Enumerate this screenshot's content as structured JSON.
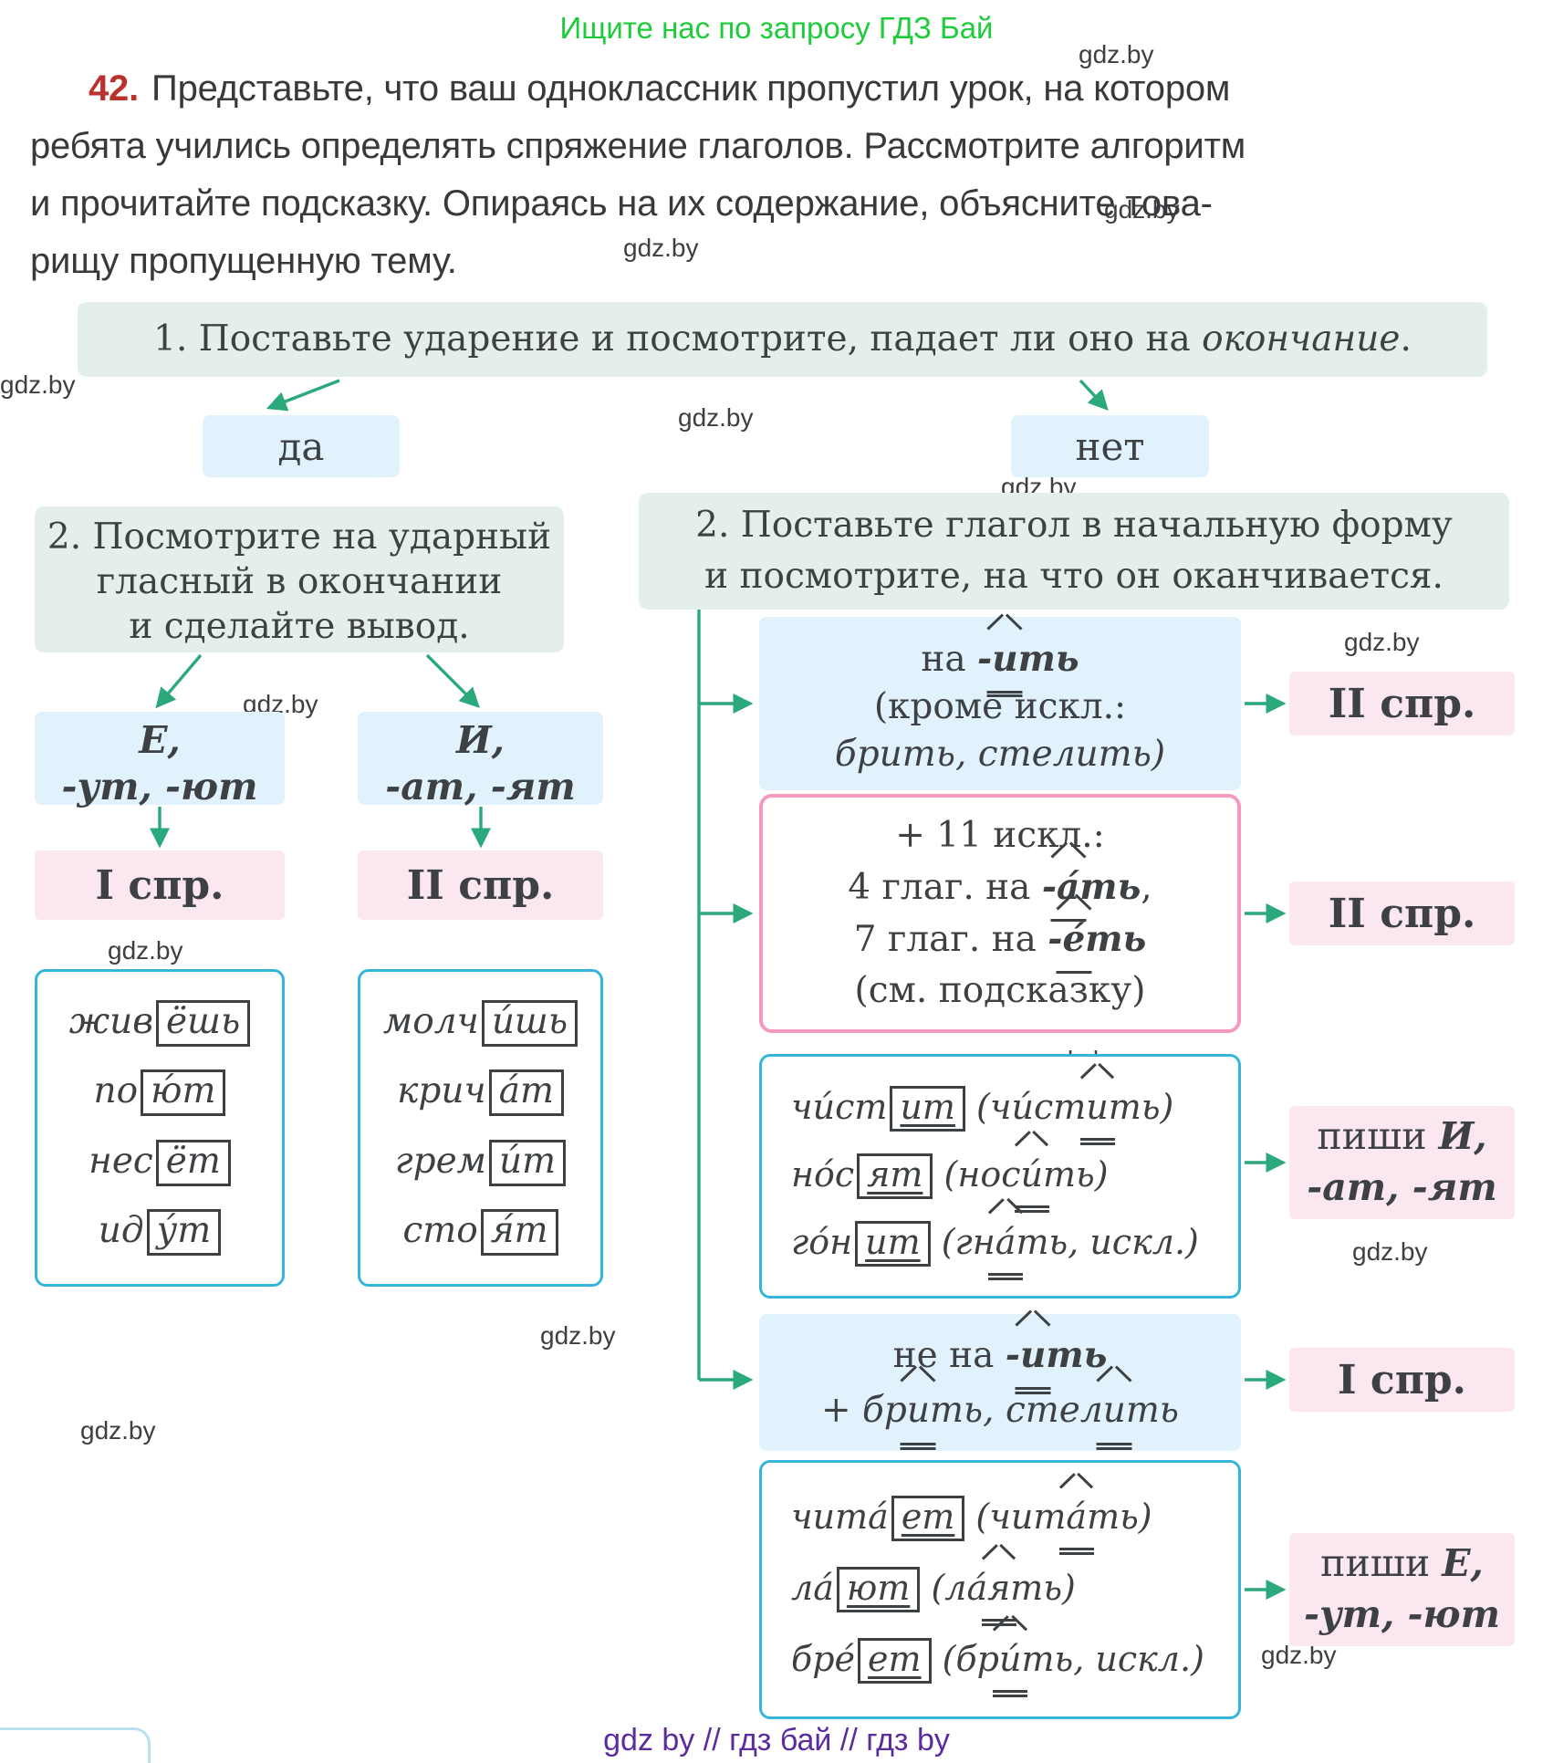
{
  "header": {
    "promo": "Ищите нас по запросу ГДЗ Бай"
  },
  "watermark": "gdz.by",
  "footer": {
    "text": "gdz by  //  гдз бай  //  гдз by"
  },
  "exercise": {
    "number": "42.",
    "lines": [
      "Представьте, что ваш одноклассник пропустил урок, на котором",
      "ребята учились определять спряжение глаголов. Рассмотрите алгоритм",
      "и прочитайте подсказку. Опираясь на их содержание, объясните това-",
      "рищу пропущенную тему."
    ]
  },
  "colors": {
    "step_box": "#e4efe9",
    "option_box": "#e2f2fc",
    "result_box": "#fbe7f0",
    "pink_border": "#f49ac0",
    "cyan_border": "#35b5d9",
    "arrow": "#2ba97b",
    "exercise_number": "#b9322d",
    "promo_green": "#1ecb3a",
    "footer_purple": "#5c2b9e"
  },
  "flowchart": {
    "step1": {
      "prefix": "1. Поставьте ударение и посмотрите, падает ли оно на ",
      "italic": "окончание",
      "suffix": "."
    },
    "yes": "да",
    "no": "нет",
    "step2_left": [
      [
        {
          "t": "2. Посмотрите на ударный"
        }
      ],
      [
        {
          "t": "гласный в окончании"
        }
      ],
      [
        {
          "t": "и сделайте вывод."
        }
      ]
    ],
    "step2_right": [
      [
        {
          "t": "2. Поставьте глагол в начальную форму"
        }
      ],
      [
        {
          "t": "и посмотрите, на что он оканчивается."
        }
      ]
    ],
    "ending_e": [
      [
        {
          "t": "Е,",
          "m": [
            "bi"
          ]
        }
      ],
      [
        {
          "t": "-ут, -ют",
          "m": [
            "bi"
          ]
        }
      ]
    ],
    "ending_i": [
      [
        {
          "t": "И,",
          "m": [
            "bi"
          ]
        }
      ],
      [
        {
          "t": "-ат, -ят",
          "m": [
            "bi"
          ]
        }
      ]
    ],
    "conj1_left": "I спр.",
    "conj2_left": "II спр.",
    "examples_conj1": [
      [
        {
          "t": "жив",
          "m": [
            "i"
          ]
        },
        {
          "t": "ёшь",
          "m": [
            "i",
            "box"
          ]
        }
      ],
      [
        {
          "t": "по",
          "m": [
            "i"
          ]
        },
        {
          "t": "ю́т",
          "m": [
            "i",
            "box"
          ]
        }
      ],
      [
        {
          "t": "нес",
          "m": [
            "i"
          ]
        },
        {
          "t": "ёт",
          "m": [
            "i",
            "box"
          ]
        }
      ],
      [
        {
          "t": "ид",
          "m": [
            "i"
          ]
        },
        {
          "t": "у́т",
          "m": [
            "i",
            "box"
          ]
        }
      ]
    ],
    "examples_conj2": [
      [
        {
          "t": "молч",
          "m": [
            "i"
          ]
        },
        {
          "t": "и́шь",
          "m": [
            "i",
            "box"
          ]
        }
      ],
      [
        {
          "t": "крич",
          "m": [
            "i"
          ]
        },
        {
          "t": "а́т",
          "m": [
            "i",
            "box"
          ]
        }
      ],
      [
        {
          "t": "грем",
          "m": [
            "i"
          ]
        },
        {
          "t": "и́т",
          "m": [
            "i",
            "box"
          ]
        }
      ],
      [
        {
          "t": "сто",
          "m": [
            "i"
          ]
        },
        {
          "t": "я́т",
          "m": [
            "i",
            "box"
          ]
        }
      ]
    ],
    "rule_it": [
      [
        {
          "t": "на "
        },
        {
          "t": "-",
          "m": [
            "bi"
          ]
        },
        {
          "t": "и",
          "m": [
            "bi",
            "hat",
            "dub"
          ]
        },
        {
          "t": "ть",
          "m": [
            "bi"
          ]
        }
      ],
      [
        {
          "t": "(кроме искл.:"
        }
      ],
      [
        {
          "t": "брить, стелить)",
          "m": [
            "i"
          ]
        }
      ]
    ],
    "result_conj2_a": "II спр.",
    "exceptions_11": [
      [
        {
          "t": "+ 11 искл.:"
        }
      ],
      [
        {
          "t": "4 глаг. на "
        },
        {
          "t": "-",
          "m": [
            "bi"
          ]
        },
        {
          "t": "а́",
          "m": [
            "bi",
            "hat",
            "sub"
          ]
        },
        {
          "t": "ть",
          "m": [
            "bi"
          ]
        },
        {
          "t": ","
        }
      ],
      [
        {
          "t": "7 глаг. на "
        },
        {
          "t": "-",
          "m": [
            "bi"
          ]
        },
        {
          "t": "е́",
          "m": [
            "bi",
            "hat",
            "sub"
          ]
        },
        {
          "t": "ть",
          "m": [
            "bi"
          ]
        }
      ],
      [
        {
          "t": "(см. подсказку)"
        }
      ]
    ],
    "result_conj2_b": "II спр.",
    "examples_write_i": [
      [
        {
          "t": "чи́ст",
          "m": [
            "i"
          ]
        },
        {
          "t": "ит",
          "m": [
            "i",
            "box",
            "u1"
          ]
        },
        {
          "t": " (",
          "m": [
            "i"
          ]
        },
        {
          "t": "чи́ст",
          "m": [
            "i"
          ]
        },
        {
          "t": "и",
          "m": [
            "i",
            "hat",
            "dub"
          ]
        },
        {
          "t": "ть)",
          "m": [
            "i"
          ]
        }
      ],
      [
        {
          "t": "но́с",
          "m": [
            "i"
          ]
        },
        {
          "t": "ят",
          "m": [
            "i",
            "box",
            "u1"
          ]
        },
        {
          "t": " (",
          "m": [
            "i"
          ]
        },
        {
          "t": "нос",
          "m": [
            "i"
          ]
        },
        {
          "t": "и́",
          "m": [
            "i",
            "hat",
            "dub"
          ]
        },
        {
          "t": "ть)",
          "m": [
            "i"
          ]
        }
      ],
      [
        {
          "t": "го́н",
          "m": [
            "i"
          ]
        },
        {
          "t": "ит",
          "m": [
            "i",
            "box",
            "u1"
          ]
        },
        {
          "t": " (",
          "m": [
            "i"
          ]
        },
        {
          "t": "гн",
          "m": [
            "i"
          ]
        },
        {
          "t": "а́",
          "m": [
            "i",
            "hat",
            "dub"
          ]
        },
        {
          "t": "ть, искл.)",
          "m": [
            "i"
          ]
        }
      ]
    ],
    "write_i": [
      [
        {
          "t": "пиши "
        },
        {
          "t": "И,",
          "m": [
            "bi"
          ]
        }
      ],
      [
        {
          "t": "-ат, -ят",
          "m": [
            "bi"
          ]
        }
      ]
    ],
    "rule_not_it": [
      [
        {
          "t": "не на "
        },
        {
          "t": "-",
          "m": [
            "bi"
          ]
        },
        {
          "t": "и",
          "m": [
            "bi",
            "hat",
            "dub"
          ]
        },
        {
          "t": "ть",
          "m": [
            "bi"
          ]
        }
      ],
      [
        {
          "t": "+ бр",
          "m": [
            "i"
          ]
        },
        {
          "t": "и",
          "m": [
            "i",
            "hat",
            "dub"
          ]
        },
        {
          "t": "ть, стел",
          "m": [
            "i"
          ]
        },
        {
          "t": "и",
          "m": [
            "i",
            "hat",
            "dub"
          ]
        },
        {
          "t": "ть",
          "m": [
            "i"
          ]
        }
      ]
    ],
    "result_conj1": "I спр.",
    "examples_write_e": [
      [
        {
          "t": "чита́",
          "m": [
            "i"
          ]
        },
        {
          "t": "ет",
          "m": [
            "i",
            "box",
            "u1"
          ]
        },
        {
          "t": " (",
          "m": [
            "i"
          ]
        },
        {
          "t": "чит",
          "m": [
            "i"
          ]
        },
        {
          "t": "а́",
          "m": [
            "i",
            "hat",
            "dub"
          ]
        },
        {
          "t": "ть)",
          "m": [
            "i"
          ]
        }
      ],
      [
        {
          "t": "ла́",
          "m": [
            "i"
          ]
        },
        {
          "t": "ют",
          "m": [
            "i",
            "box",
            "u1"
          ]
        },
        {
          "t": " (",
          "m": [
            "i"
          ]
        },
        {
          "t": "ла́",
          "m": [
            "i"
          ]
        },
        {
          "t": "я",
          "m": [
            "i",
            "hat",
            "dub"
          ]
        },
        {
          "t": "ть)",
          "m": [
            "i"
          ]
        }
      ],
      [
        {
          "t": "бре́",
          "m": [
            "i"
          ]
        },
        {
          "t": "ет",
          "m": [
            "i",
            "box",
            "u1"
          ]
        },
        {
          "t": " (",
          "m": [
            "i"
          ]
        },
        {
          "t": "бр",
          "m": [
            "i"
          ]
        },
        {
          "t": "и́",
          "m": [
            "i",
            "hat",
            "dub"
          ]
        },
        {
          "t": "ть, искл.)",
          "m": [
            "i"
          ]
        }
      ]
    ],
    "write_e": [
      [
        {
          "t": "пиши "
        },
        {
          "t": "Е,",
          "m": [
            "bi"
          ]
        }
      ],
      [
        {
          "t": "-ут, -ют",
          "m": [
            "bi"
          ]
        }
      ]
    ]
  }
}
